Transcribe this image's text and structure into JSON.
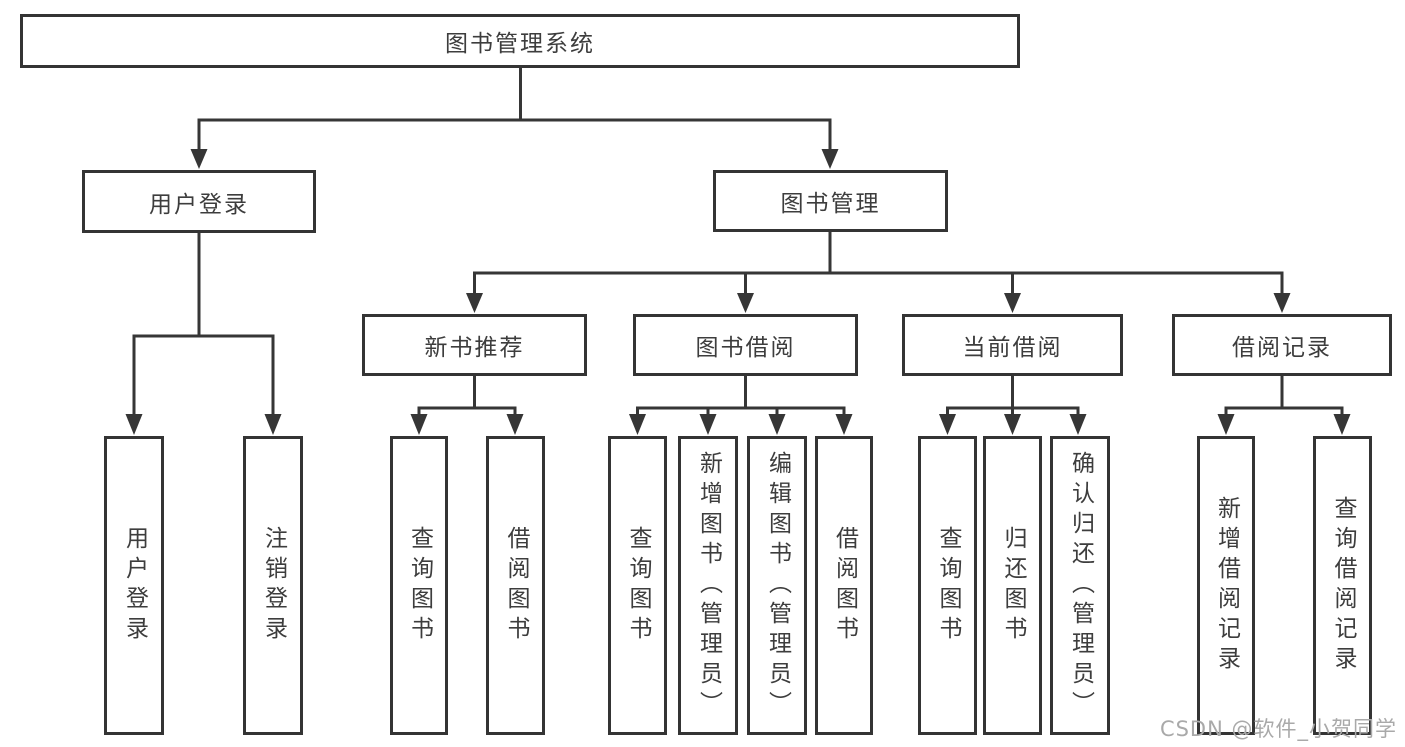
{
  "diagram_title": "图书管理系统",
  "nodes": {
    "root": {
      "label": "图书管理系统"
    },
    "user_login": {
      "label": "用户登录"
    },
    "book_mgmt": {
      "label": "图书管理"
    },
    "new_book_rec": {
      "label": "新书推荐"
    },
    "book_borrow": {
      "label": "图书借阅"
    },
    "current_borrow": {
      "label": "当前借阅"
    },
    "borrow_records": {
      "label": "借阅记录"
    },
    "leaf_user_login": {
      "label": "用户登录"
    },
    "leaf_logout": {
      "label": "注销登录"
    },
    "leaf_nb_query": {
      "label": "查询图书"
    },
    "leaf_nb_borrow": {
      "label": "借阅图书"
    },
    "leaf_bb_query": {
      "label": "查询图书"
    },
    "leaf_bb_add": {
      "label": "新增图书（管理员）"
    },
    "leaf_bb_edit": {
      "label": "编辑图书（管理员）"
    },
    "leaf_bb_borrow": {
      "label": "借阅图书"
    },
    "leaf_cb_query": {
      "label": "查询图书"
    },
    "leaf_cb_return": {
      "label": "归还图书"
    },
    "leaf_cb_confirm": {
      "label": "确认归还（管理员）"
    },
    "leaf_br_add": {
      "label": "新增借阅记录"
    },
    "leaf_br_query": {
      "label": "查询借阅记录"
    }
  },
  "watermark": "CSDN @软件_小贺同学",
  "colors": {
    "line": "#363636",
    "border": "#343434",
    "text": "#3d3d3d",
    "watermark": "#a9a9a9",
    "background": "#ffffff"
  }
}
